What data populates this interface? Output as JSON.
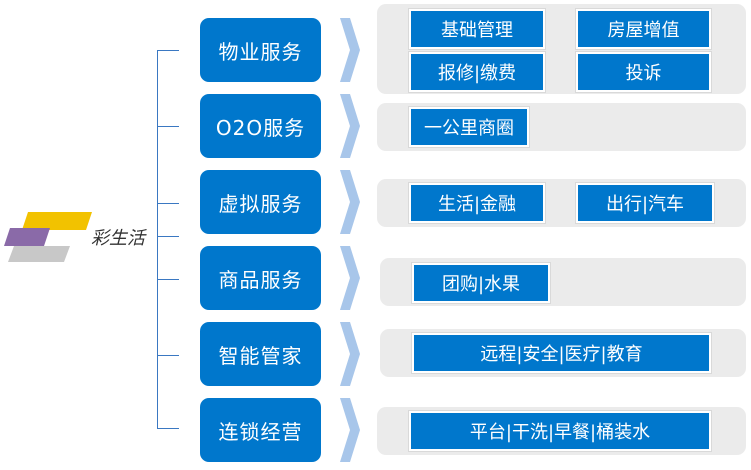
{
  "logo": {
    "text": "彩生活"
  },
  "categories": [
    {
      "label": "物业服务",
      "tags": [
        "基础管理",
        "房屋增值",
        "报修|缴费",
        "投诉"
      ]
    },
    {
      "label": "O2O服务",
      "tags": [
        "一公里商圈"
      ]
    },
    {
      "label": "虚拟服务",
      "tags": [
        "生活|金融",
        "出行|汽车"
      ]
    },
    {
      "label": "商品服务",
      "tags": [
        "团购|水果"
      ]
    },
    {
      "label": "智能管家",
      "tags": [
        "远程|安全|医疗|教育"
      ]
    },
    {
      "label": "连锁经营",
      "tags": [
        "平台|干洗|早餐|桶装水"
      ]
    }
  ],
  "colors": {
    "primary": "#0077cc",
    "panel": "#ebebeb",
    "arrow": "#a8c6ea",
    "logo_purple": "#8a6aa8",
    "logo_gold": "#f2c200",
    "logo_gray": "#c8c8c8"
  }
}
